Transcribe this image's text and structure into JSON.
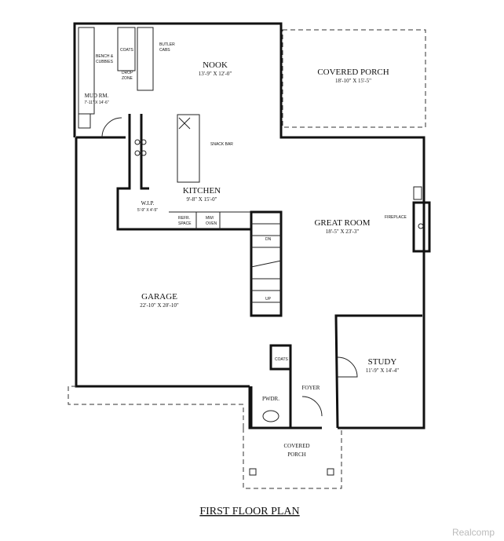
{
  "title": "FIRST FLOOR PLAN",
  "watermark": "Realcomp",
  "rooms": {
    "nook": {
      "name": "NOOK",
      "dims": "13'-9\" X 12'-0\""
    },
    "covered_porch_rear": {
      "name": "COVERED PORCH",
      "dims": "18'-10\" X 15'-5\""
    },
    "mud_room": {
      "name": "MUD RM.",
      "dims": "7'-11\" X 14'-6\""
    },
    "kitchen": {
      "name": "KITCHEN",
      "dims": "9'-8\" X 15'-0\""
    },
    "wip": {
      "name": "W.I.P.",
      "dims": "5'-9\" X 4'-5\""
    },
    "great_room": {
      "name": "GREAT ROOM",
      "dims": "18'-5\" X 23'-3\""
    },
    "garage": {
      "name": "GARAGE",
      "dims": "22'-10\" X 20'-10\""
    },
    "study": {
      "name": "STUDY",
      "dims": "11'-9\" X 14'-4\""
    },
    "foyer": {
      "name": "FOYER"
    },
    "powder": {
      "name": "PWDR."
    },
    "covered_porch_front": {
      "name_line1": "COVERED",
      "name_line2": "PORCH"
    }
  },
  "notes": {
    "bench_line1": "BENCH &",
    "bench_line2": "CUBBIES",
    "coats_mud": "COATS",
    "butler_line1": "BUTLER",
    "butler_line2": "CABS",
    "drop_line1": "DROP",
    "drop_line2": "ZONE",
    "snack_bar": "SNACK BAR",
    "refr_line1": "REFR.",
    "refr_line2": "SPACE",
    "mw_line1": "MW/",
    "mw_line2": "OVEN",
    "fireplace": "FIREPLACE",
    "stair_dn": "DN",
    "stair_up": "UP",
    "coats_foyer": "COATS"
  }
}
